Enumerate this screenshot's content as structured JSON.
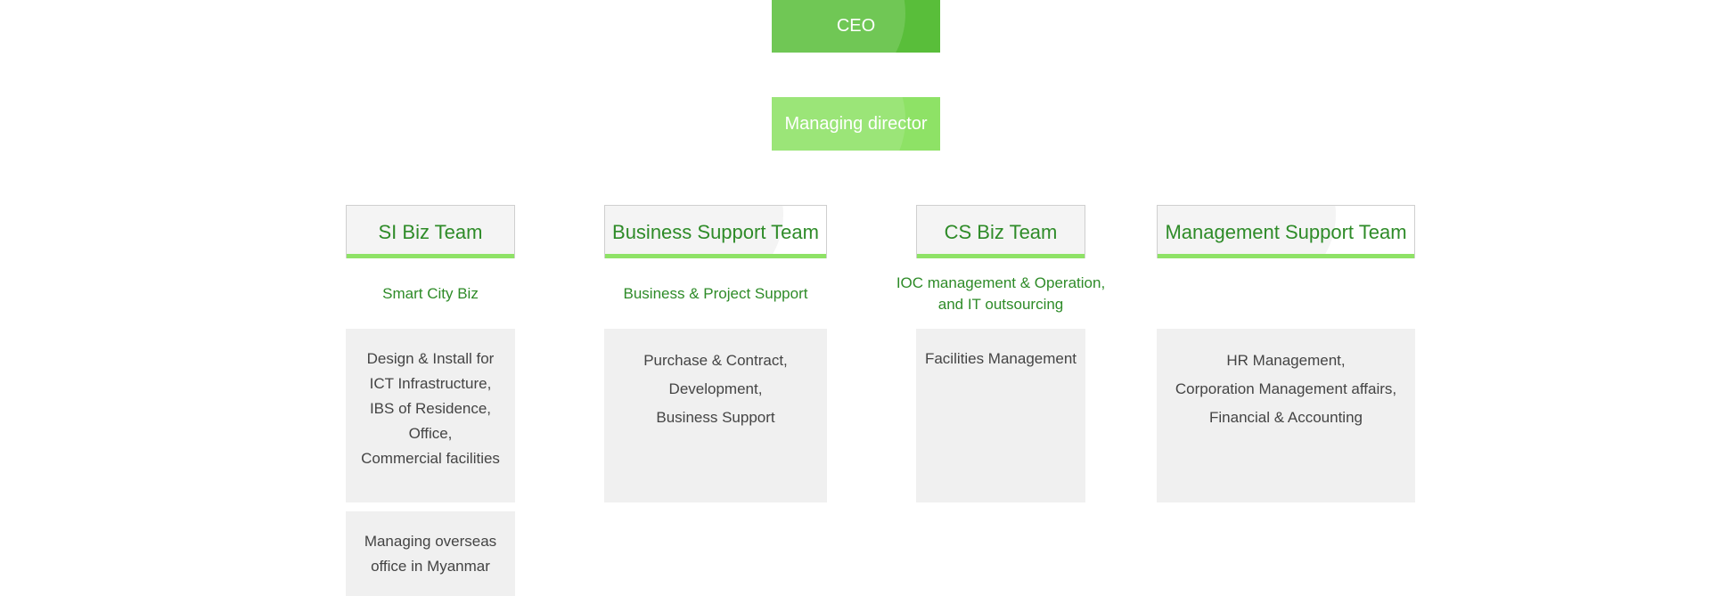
{
  "executives": {
    "ceo": "CEO",
    "managing_director": "Managing director"
  },
  "teams": [
    {
      "name": "SI Biz Team",
      "subtitle": [
        "Smart City Biz"
      ],
      "duties": [
        "Design & Install for",
        "ICT Infrastructure,",
        "IBS of Residence,",
        "Office,",
        "Commercial facilities"
      ],
      "extra": [
        "Managing overseas",
        "office in Myanmar"
      ]
    },
    {
      "name": "Business Support Team",
      "subtitle": [
        "Business & Project Support"
      ],
      "duties": [
        "Purchase & Contract,",
        "Development,",
        "Business Support"
      ]
    },
    {
      "name": "CS Biz Team",
      "subtitle": [
        "IOC management & Operation,",
        "and IT outsourcing"
      ],
      "duties": [
        "Facilities Management"
      ]
    },
    {
      "name": "Management Support Team",
      "subtitle": [],
      "duties": [
        "HR Management,",
        "Corporation Management affairs,",
        "Financial & Accounting"
      ]
    }
  ],
  "colors": {
    "ceo_green": "#59be3a",
    "md_green": "#8ee266",
    "team_text_green": "#2e8b28",
    "accent_bar": "#8ee266",
    "duty_bg": "#f0f0f0"
  }
}
